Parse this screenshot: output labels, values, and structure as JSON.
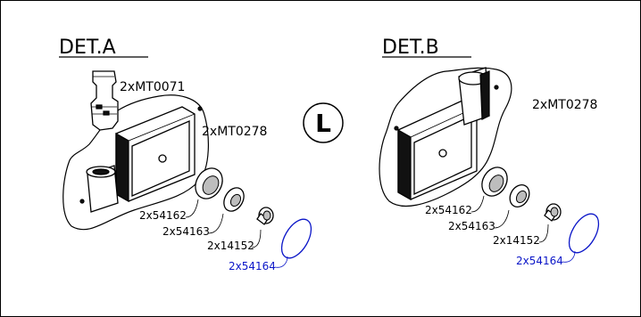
{
  "colors": {
    "part_label": "#000000",
    "highlight_label": "#0b16c8",
    "border": "#000000"
  },
  "views": [
    {
      "title": "DET.A",
      "labels": [
        "2xMT0071",
        "2xMT0278",
        "2x54162",
        "2x54163",
        "2x14152",
        "2x54164"
      ]
    },
    {
      "title": "DET.B",
      "labels": [
        "2xMT0278",
        "2x54162",
        "2x54163",
        "2x14152",
        "2x54164"
      ]
    }
  ],
  "side_badge": {
    "letter": "L"
  },
  "icons": {
    "side_badge": "circle-letter-icon"
  }
}
